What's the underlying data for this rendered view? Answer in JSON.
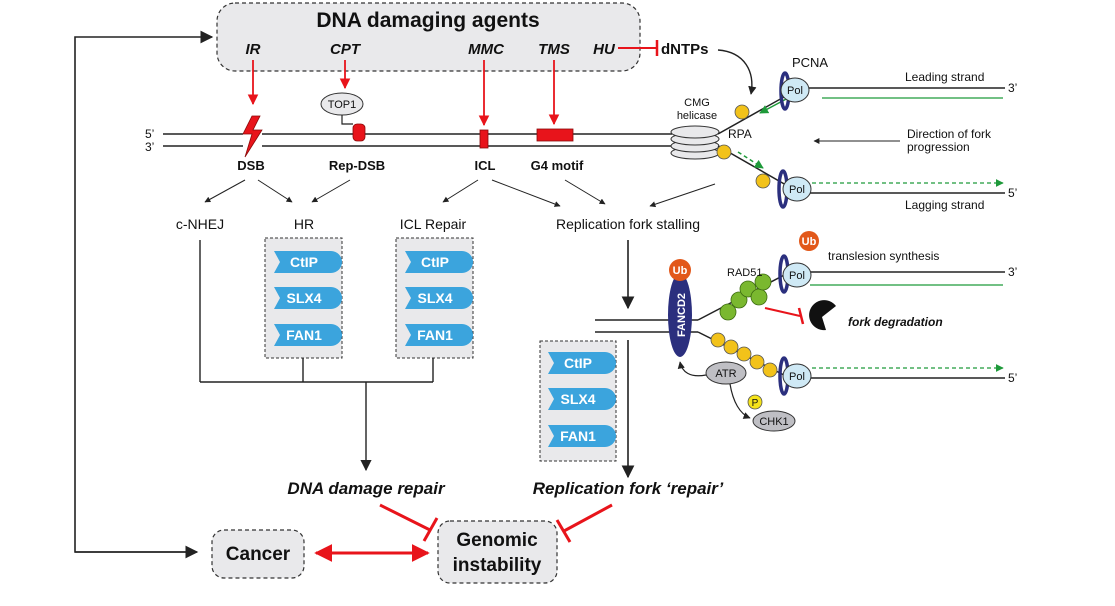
{
  "agents_box": {
    "title": "DNA damaging agents",
    "agents": [
      "IR",
      "CPT",
      "MMC",
      "TMS",
      "HU"
    ],
    "dntps": "dNTPs"
  },
  "dna": {
    "five_prime": "5’",
    "three_prime": "3’",
    "top1": "TOP1",
    "lesions": [
      "DSB",
      "Rep-DSB",
      "ICL",
      "G4 motif"
    ]
  },
  "fork_top": {
    "pcna": "PCNA",
    "cmg_line1": "CMG",
    "cmg_line2": "helicase",
    "rpa": "RPA",
    "pol": "Pol",
    "leading": "Leading strand",
    "lagging": "Lagging strand",
    "direction_line1": "Direction of fork",
    "direction_line2": "progression",
    "three_prime": "3’",
    "five_prime": "5’"
  },
  "pathways": [
    "c-NHEJ",
    "HR",
    "ICL Repair",
    "Replication fork stalling"
  ],
  "nucleases": [
    "CtIP",
    "SLX4",
    "FAN1"
  ],
  "fork_bottom": {
    "ub": "Ub",
    "fancd2": "FANCD2",
    "rad51": "RAD51",
    "pol": "Pol",
    "translesion": "translesion synthesis",
    "fork_degradation": "fork degradation",
    "atr": "ATR",
    "p": "P",
    "chk1": "CHK1",
    "three_prime": "3’",
    "five_prime": "5’"
  },
  "outcomes": {
    "dna_repair": "DNA damage repair",
    "fork_repair": "Replication fork ‘repair’",
    "cancer": "Cancer",
    "genomic_line1": "Genomic",
    "genomic_line2": "instability"
  },
  "colors": {
    "red": "#e8141b",
    "blue": "#3ba4dd",
    "navy": "#2b2f7e",
    "yellow": "#f2c21a",
    "green": "#7ab82f",
    "orange": "#e2581a",
    "box_fill": "#e9e9eb",
    "pol_fill": "#cfe9f5",
    "arrow_green": "#1e9a3a"
  }
}
